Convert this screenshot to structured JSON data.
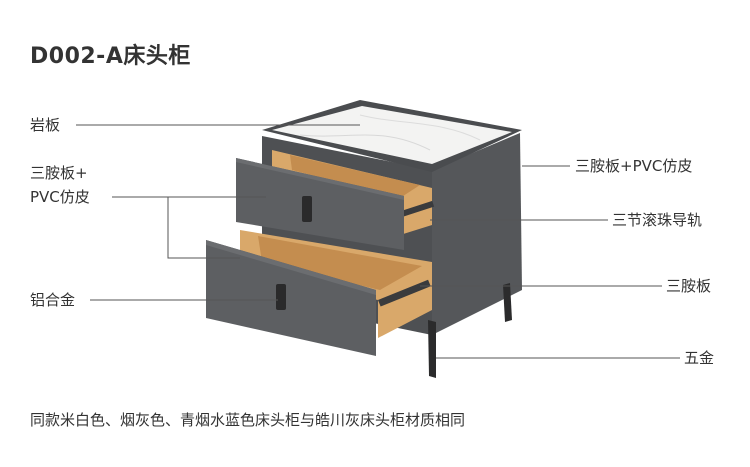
{
  "title": "D002-A床头柜",
  "labels": {
    "rock_slab": "岩板",
    "left_melamine_line1": "三胺板+",
    "left_melamine_line2": "PVC仿皮",
    "aluminum_alloy": "铝合金",
    "right_melamine_pvc": "三胺板+PVC仿皮",
    "drawer_rail": "三节滚珠导轨",
    "melamine_board": "三胺板",
    "hardware": "五金"
  },
  "caption": "同款米白色、烟灰色、青烟水蓝色床头柜与皓川灰床头柜材质相同",
  "colors": {
    "cabinet_body": "#5d5f62",
    "cabinet_dark": "#46484b",
    "slab": "#f4f4f3",
    "wood": "#d9a86a",
    "leader_line": "#555555"
  }
}
